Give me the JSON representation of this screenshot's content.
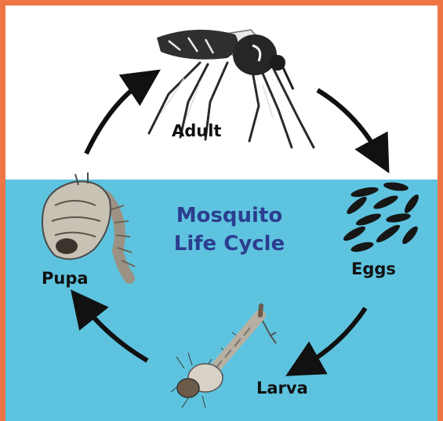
{
  "diagram": {
    "title_line1": "Mosquito",
    "title_line2": "Life Cycle",
    "stages": {
      "adult": "Adult",
      "eggs": "Eggs",
      "larva": "Larva",
      "pupa": "Pupa"
    }
  },
  "colors": {
    "border": "#ee7644",
    "water": "#5ec3df",
    "title": "#2b3d8f",
    "arrows": "#111111"
  }
}
